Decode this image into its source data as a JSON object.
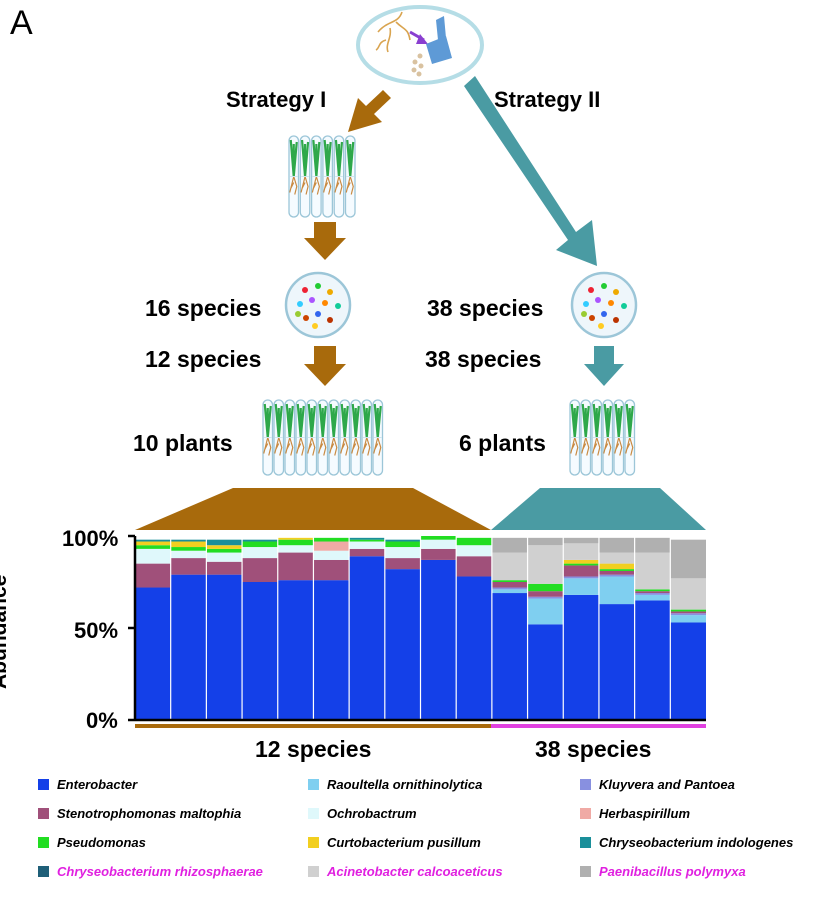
{
  "panel_label": "A",
  "strategies": {
    "one": "Strategy I",
    "two": "Strategy II"
  },
  "left_flow": {
    "isolated": "16 species",
    "selected": "12 species",
    "plants": "10 plants"
  },
  "right_flow": {
    "isolated": "38 species",
    "selected": "38 species",
    "plants": "6 plants"
  },
  "colors": {
    "strategy_one": "#a86a0c",
    "strategy_two": "#4a9ba3",
    "magenta": "#e040e0"
  },
  "chart_data": {
    "type": "bar",
    "stacked": true,
    "ylabel": "Relative Abundance",
    "yticks": [
      "100%",
      "50%",
      "0%"
    ],
    "ylim": [
      0,
      100
    ],
    "group_labels": [
      "12 species",
      "38 species"
    ],
    "groups": [
      10,
      6
    ],
    "series": [
      {
        "name": "Enterobacter",
        "color": "#1440e8",
        "values": [
          72,
          79,
          79,
          75,
          76,
          76,
          89,
          82,
          87,
          78,
          69,
          52,
          68,
          63,
          65,
          53
        ]
      },
      {
        "name": "Raoultella ornithinolytica",
        "color": "#7fcff0",
        "values": [
          0,
          0,
          0,
          0,
          0,
          0,
          0,
          0,
          0,
          0,
          2,
          14,
          9,
          15,
          3,
          4
        ]
      },
      {
        "name": "Kluyvera and Pantoea",
        "color": "#8890e0",
        "values": [
          0,
          0,
          0,
          0,
          0,
          0,
          0,
          0,
          0,
          0,
          1,
          1,
          1,
          1,
          1,
          1
        ]
      },
      {
        "name": "Stenotrophomonas maltophia",
        "color": "#a0507a",
        "values": [
          13,
          9,
          7,
          13,
          15,
          11,
          4,
          6,
          6,
          11,
          3,
          3,
          6,
          2,
          1,
          1
        ]
      },
      {
        "name": "Ochrobactrum",
        "color": "#dff8fb",
        "values": [
          8,
          4,
          5,
          6,
          4,
          5,
          4,
          6,
          5,
          6,
          0,
          0,
          0,
          0,
          0,
          0
        ]
      },
      {
        "name": "Herbaspirillum",
        "color": "#f0aaa5",
        "values": [
          0,
          0,
          0,
          0,
          0,
          5,
          0,
          0,
          0,
          0,
          0,
          0,
          0,
          0,
          0,
          0
        ]
      },
      {
        "name": "Pseudomonas",
        "color": "#22dd22",
        "values": [
          2,
          2,
          2,
          3,
          3,
          2,
          1,
          3,
          2,
          4,
          1,
          4,
          1,
          1,
          1,
          1
        ]
      },
      {
        "name": "Curtobacterium pusillum",
        "color": "#f2cf20",
        "values": [
          2,
          3,
          2,
          0,
          1,
          0,
          0,
          0,
          0,
          0,
          0,
          0,
          2,
          3,
          0,
          0
        ]
      },
      {
        "name": "Chryseobacterium indologenes",
        "color": "#1a8f9a",
        "values": [
          1,
          1,
          3,
          1,
          0,
          0,
          1,
          1,
          0,
          0,
          0,
          0,
          0,
          0,
          0,
          0
        ]
      },
      {
        "name": "Chryseobacterium rhizosphaerae",
        "color": "#1f5f78",
        "values": [
          0,
          0,
          0,
          0,
          0,
          0,
          0,
          0,
          0,
          0,
          0,
          0,
          0,
          0,
          0,
          0
        ]
      },
      {
        "name": "Acinetobacter calcoaceticus",
        "color": "#d0d0d0",
        "values": [
          0,
          0,
          0,
          0,
          0,
          0,
          0,
          0,
          0,
          0,
          15,
          21,
          9,
          6,
          20,
          17
        ]
      },
      {
        "name": "Paenibacillus polymyxa",
        "color": "#b0b0b0",
        "values": [
          0,
          0,
          0,
          0,
          0,
          0,
          0,
          0,
          0,
          0,
          8,
          4,
          3,
          8,
          8,
          21
        ]
      }
    ]
  },
  "legend": [
    {
      "label": "Enterobacter",
      "color": "#1440e8",
      "text_color": "#000000"
    },
    {
      "label": "Raoultella ornithinolytica",
      "color": "#7fcff0",
      "text_color": "#000000"
    },
    {
      "label": "Kluyvera and Pantoea",
      "color": "#8890e0",
      "text_color": "#000000"
    },
    {
      "label": "Stenotrophomonas maltophia",
      "color": "#a0507a",
      "text_color": "#000000"
    },
    {
      "label": "Ochrobactrum",
      "color": "#dff8fb",
      "text_color": "#000000"
    },
    {
      "label": "Herbaspirillum",
      "color": "#f0aaa5",
      "text_color": "#000000"
    },
    {
      "label": "Pseudomonas",
      "color": "#22dd22",
      "text_color": "#000000"
    },
    {
      "label": "Curtobacterium pusillum",
      "color": "#f2cf20",
      "text_color": "#000000"
    },
    {
      "label": "Chryseobacterium indologenes",
      "color": "#1a8f9a",
      "text_color": "#000000"
    },
    {
      "label": "Chryseobacterium rhizosphaerae",
      "color": "#1f5f78",
      "text_color": "#e020e0"
    },
    {
      "label": "Acinetobacter calcoaceticus",
      "color": "#d0d0d0",
      "text_color": "#e020e0"
    },
    {
      "label": "Paenibacillus polymyxa",
      "color": "#b0b0b0",
      "text_color": "#e020e0"
    }
  ]
}
